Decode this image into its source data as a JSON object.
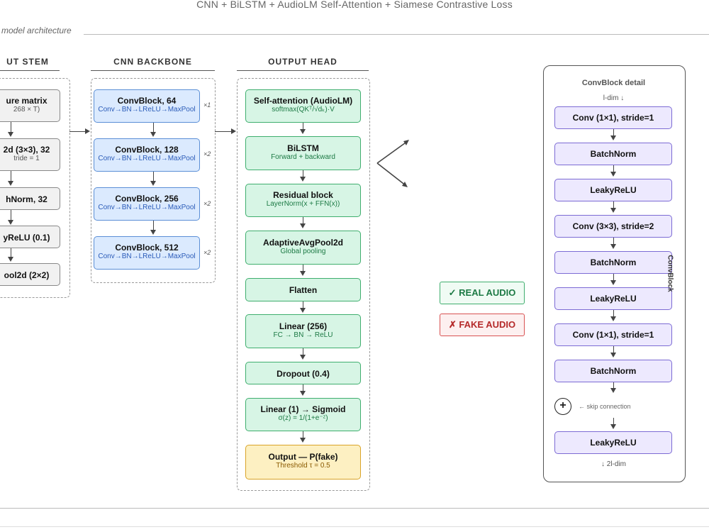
{
  "header": {
    "title": "CNN + BiLSTM + AudioLM Self-Attention + Siamese Contrastive Loss",
    "subtitle": "model architecture"
  },
  "sections": {
    "input_stem": "UT STEM",
    "cnn_backbone": "CNN BACKBONE",
    "output_head": "OUTPUT HEAD"
  },
  "input_stem": [
    {
      "title": "ure matrix",
      "sub": "268 × T)"
    },
    {
      "title": "2d (3×3), 32",
      "sub": "tride = 1"
    },
    {
      "title": "hNorm, 32",
      "sub": ""
    },
    {
      "title": "yReLU (0.1)",
      "sub": ""
    },
    {
      "title": "ool2d (2×2)",
      "sub": ""
    }
  ],
  "cnn_backbone": [
    {
      "title": "ConvBlock, 64",
      "sub": "Conv→BN→LReLU→MaxPool",
      "mult": "×1"
    },
    {
      "title": "ConvBlock, 128",
      "sub": "Conv→BN→LReLU→MaxPool",
      "mult": "×2"
    },
    {
      "title": "ConvBlock, 256",
      "sub": "Conv→BN→LReLU→MaxPool",
      "mult": "×2"
    },
    {
      "title": "ConvBlock, 512",
      "sub": "Conv→BN→LReLU→MaxPool",
      "mult": "×2"
    }
  ],
  "output_head": [
    {
      "title": "Self-attention (AudioLM)",
      "sub": "softmax(QKᵀ/√dₖ)·V"
    },
    {
      "title": "BiLSTM",
      "sub": "Forward + backward"
    },
    {
      "title": "Residual block",
      "sub": "LayerNorm(x + FFN(x))"
    },
    {
      "title": "AdaptiveAvgPool2d",
      "sub": "Global pooling"
    },
    {
      "title": "Flatten",
      "sub": ""
    },
    {
      "title": "Linear (256)",
      "sub": "FC → BN → ReLU"
    },
    {
      "title": "Dropout (0.4)",
      "sub": ""
    },
    {
      "title": "Linear (1) → Sigmoid",
      "sub": "σ(z) = 1/(1+e⁻ᶻ)"
    },
    {
      "title": "Output — P(fake)",
      "sub": "Threshold τ = 0.5"
    }
  ],
  "results": {
    "real": "✓ REAL AUDIO",
    "fake": "✗ FAKE AUDIO"
  },
  "detail": {
    "title": "ConvBlock detail",
    "in_dim": "l-dim ↓",
    "side_label": "ConvBlock",
    "layers": [
      "Conv (1×1), stride=1",
      "BatchNorm",
      "LeakyReLU",
      "Conv (3×3), stride=2",
      "BatchNorm",
      "LeakyReLU",
      "Conv (1×1), stride=1",
      "BatchNorm"
    ],
    "skip_symbol": "+",
    "skip_label": "← skip connection",
    "final_layer": "LeakyReLU",
    "out_dim": "↓ 2l-dim"
  },
  "colors": {
    "gray": "#f1f1f1",
    "blue": "#dbeafe",
    "green": "#d7f5e5",
    "yellow": "#fdf0c2",
    "purple": "#ede9fe",
    "real": "#1d7a45",
    "fake": "#b52a2a"
  }
}
